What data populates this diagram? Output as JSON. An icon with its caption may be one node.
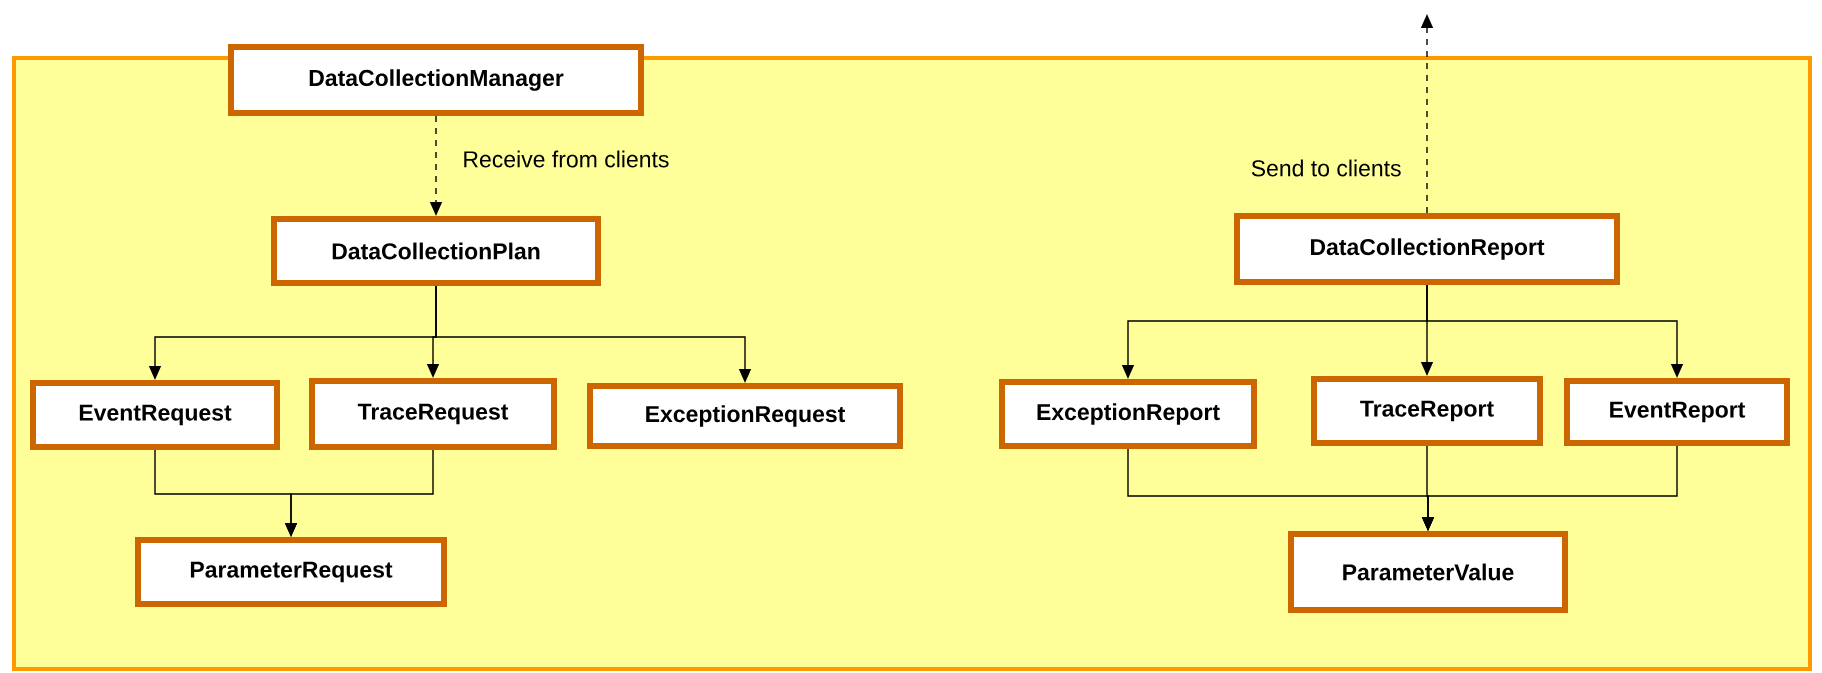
{
  "diagram": {
    "nodes": [
      {
        "text": [
          "DataCollectionManager"
        ]
      },
      {
        "text": [
          "DataCollectionPlan"
        ]
      },
      {
        "text": [
          "EventRequest"
        ]
      },
      {
        "text": [
          "TraceRequest"
        ]
      },
      {
        "text": [
          "ExceptionRequest"
        ]
      },
      {
        "text": [
          "ParameterRequest"
        ]
      },
      {
        "text": [
          "DataCollectionReport"
        ]
      },
      {
        "text": [
          "ExceptionReport"
        ]
      },
      {
        "text": [
          "TraceReport"
        ]
      },
      {
        "text": [
          "EventReport"
        ]
      },
      {
        "text": [
          "ParameterValue"
        ]
      }
    ],
    "edges": [
      {
        "from": 0,
        "to": 1,
        "arrow": "to",
        "style": "dashed",
        "label": "Receive from clients"
      },
      {
        "from": 1,
        "to": 2,
        "arrow": "to"
      },
      {
        "from": 1,
        "to": 3,
        "arrow": "to"
      },
      {
        "from": 1,
        "to": 4,
        "arrow": "to"
      },
      {
        "from": 2,
        "to": 5,
        "arrow": "to"
      },
      {
        "from": 3,
        "to": 5,
        "arrow": "to"
      },
      {
        "from": 6,
        "to": null,
        "arrow": "to",
        "style": "dashed",
        "label": "Send to clients"
      },
      {
        "from": 6,
        "to": 7,
        "arrow": "to"
      },
      {
        "from": 6,
        "to": 8,
        "arrow": "to"
      },
      {
        "from": 6,
        "to": 9,
        "arrow": "to"
      },
      {
        "from": 7,
        "to": 10,
        "arrow": "to"
      },
      {
        "from": 8,
        "to": 10,
        "arrow": "to"
      },
      {
        "from": 9,
        "to": 10,
        "arrow": "to"
      }
    ]
  }
}
